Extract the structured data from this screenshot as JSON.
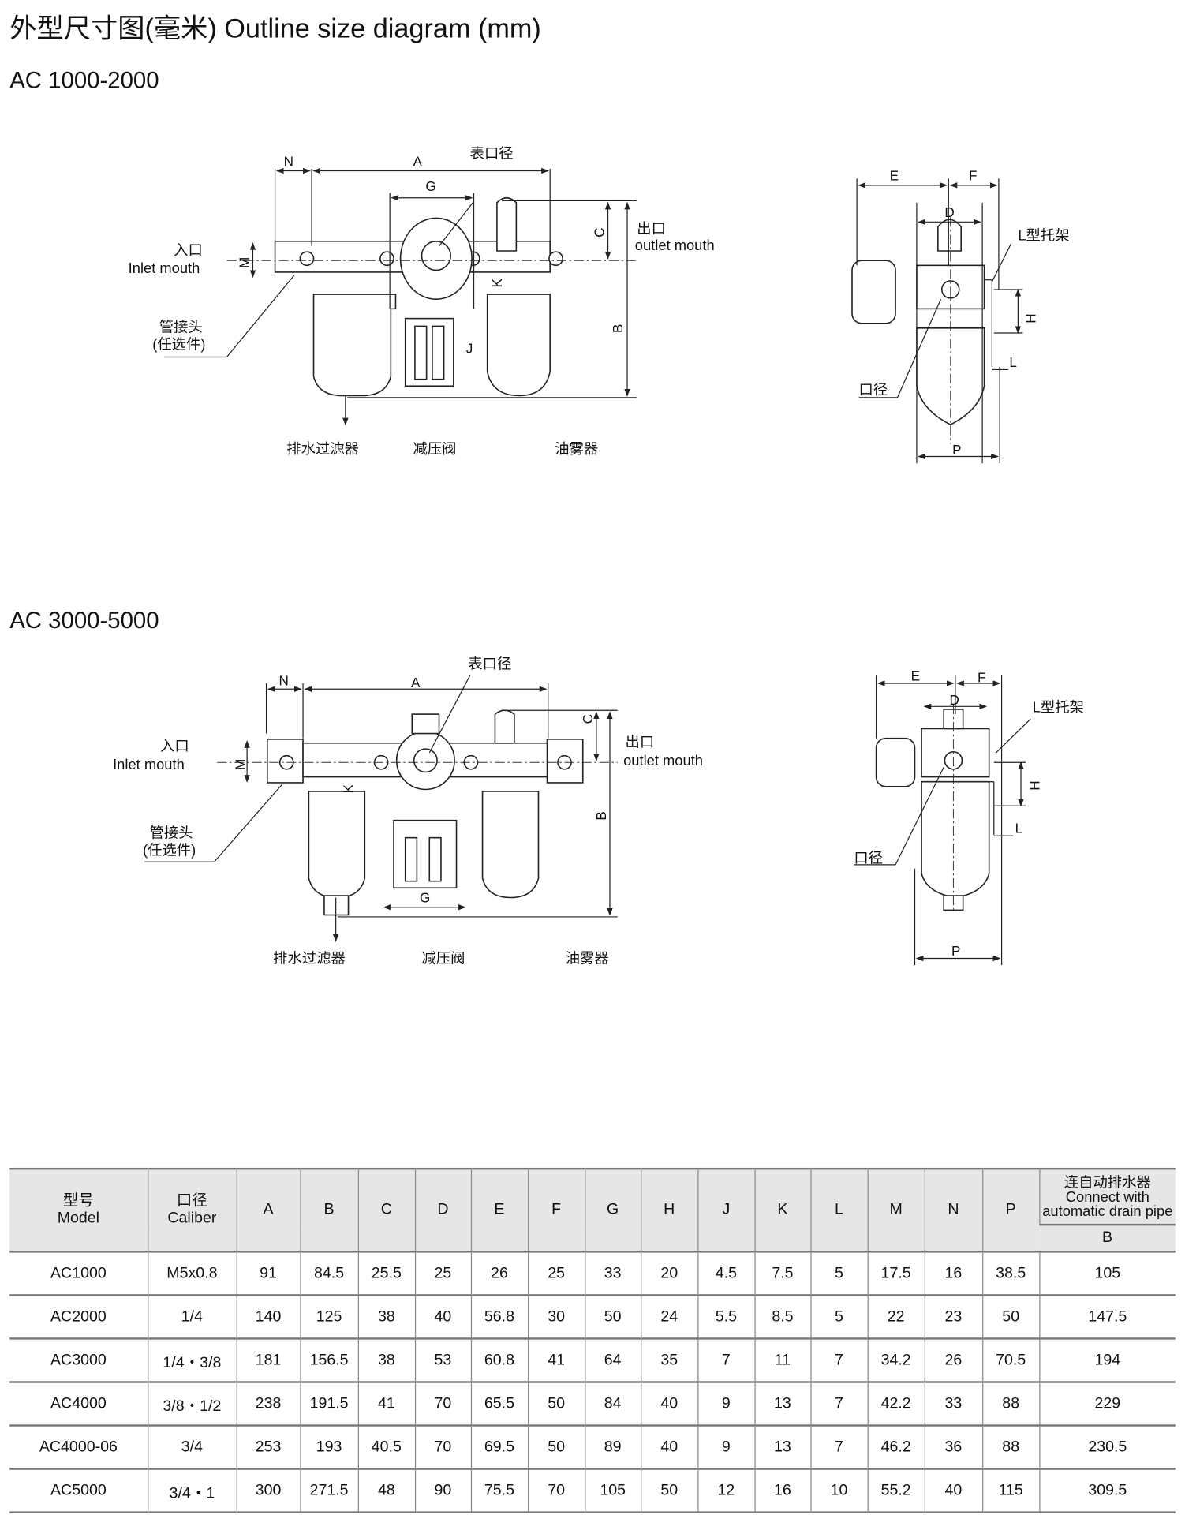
{
  "title": "外型尺寸图(毫米) Outline size diagram (mm)",
  "sections": [
    {
      "name": "AC 1000-2000",
      "labels": {
        "N": "N",
        "A": "A",
        "gauge": "表口径",
        "G": "G",
        "C": "C",
        "outlet_cn": "出口",
        "outlet_en": "outlet mouth",
        "inlet_cn": "入口",
        "inlet_en": "Inlet mouth",
        "M": "M",
        "K": "K",
        "J": "J",
        "B": "B",
        "fitting_cn": "管接头",
        "fitting_opt": "(任选件)",
        "filter": "排水过滤器",
        "regulator": "减压阀",
        "lubricator": "油雾器",
        "E": "E",
        "F": "F",
        "D": "D",
        "bracket": "L型托架",
        "H": "H",
        "L": "L",
        "port": "口径",
        "P": "P"
      }
    },
    {
      "name": "AC 3000-5000",
      "labels": {
        "N": "N",
        "A": "A",
        "gauge": "表口径",
        "G": "G",
        "C": "C",
        "outlet_cn": "出口",
        "outlet_en": "outlet mouth",
        "inlet_cn": "入口",
        "inlet_en": "Inlet mouth",
        "M": "M",
        "K": "K",
        "B": "B",
        "fitting_cn": "管接头",
        "fitting_opt": "(任选件)",
        "filter": "排水过滤器",
        "regulator": "减压阀",
        "lubricator": "油雾器",
        "E": "E",
        "F": "F",
        "D": "D",
        "bracket": "L型托架",
        "H": "H",
        "L": "L",
        "port": "口径",
        "P": "P"
      }
    }
  ],
  "table": {
    "model_cn": "型号",
    "model_en": "Model",
    "caliber_cn": "口径",
    "caliber_en": "Caliber",
    "dims": [
      "A",
      "B",
      "C",
      "D",
      "E",
      "F",
      "G",
      "H",
      "J",
      "K",
      "L",
      "M",
      "N",
      "P"
    ],
    "drain_cn": "连自动排水器",
    "drain_en1": "Connect with",
    "drain_en2": "automatic drain pipe",
    "drain_sub": "B",
    "rows": [
      [
        "AC1000",
        "M5x0.8",
        "91",
        "84.5",
        "25.5",
        "25",
        "26",
        "25",
        "33",
        "20",
        "4.5",
        "7.5",
        "5",
        "17.5",
        "16",
        "38.5",
        "105"
      ],
      [
        "AC2000",
        "1/4",
        "140",
        "125",
        "38",
        "40",
        "56.8",
        "30",
        "50",
        "24",
        "5.5",
        "8.5",
        "5",
        "22",
        "23",
        "50",
        "147.5"
      ],
      [
        "AC3000",
        "1/4・3/8",
        "181",
        "156.5",
        "38",
        "53",
        "60.8",
        "41",
        "64",
        "35",
        "7",
        "11",
        "7",
        "34.2",
        "26",
        "70.5",
        "194"
      ],
      [
        "AC4000",
        "3/8・1/2",
        "238",
        "191.5",
        "41",
        "70",
        "65.5",
        "50",
        "84",
        "40",
        "9",
        "13",
        "7",
        "42.2",
        "33",
        "88",
        "229"
      ],
      [
        "AC4000-06",
        "3/4",
        "253",
        "193",
        "40.5",
        "70",
        "69.5",
        "50",
        "89",
        "40",
        "9",
        "13",
        "7",
        "46.2",
        "36",
        "88",
        "230.5"
      ],
      [
        "AC5000",
        "3/4・1",
        "300",
        "271.5",
        "48",
        "90",
        "75.5",
        "70",
        "105",
        "50",
        "12",
        "16",
        "10",
        "55.2",
        "40",
        "115",
        "309.5"
      ]
    ]
  }
}
